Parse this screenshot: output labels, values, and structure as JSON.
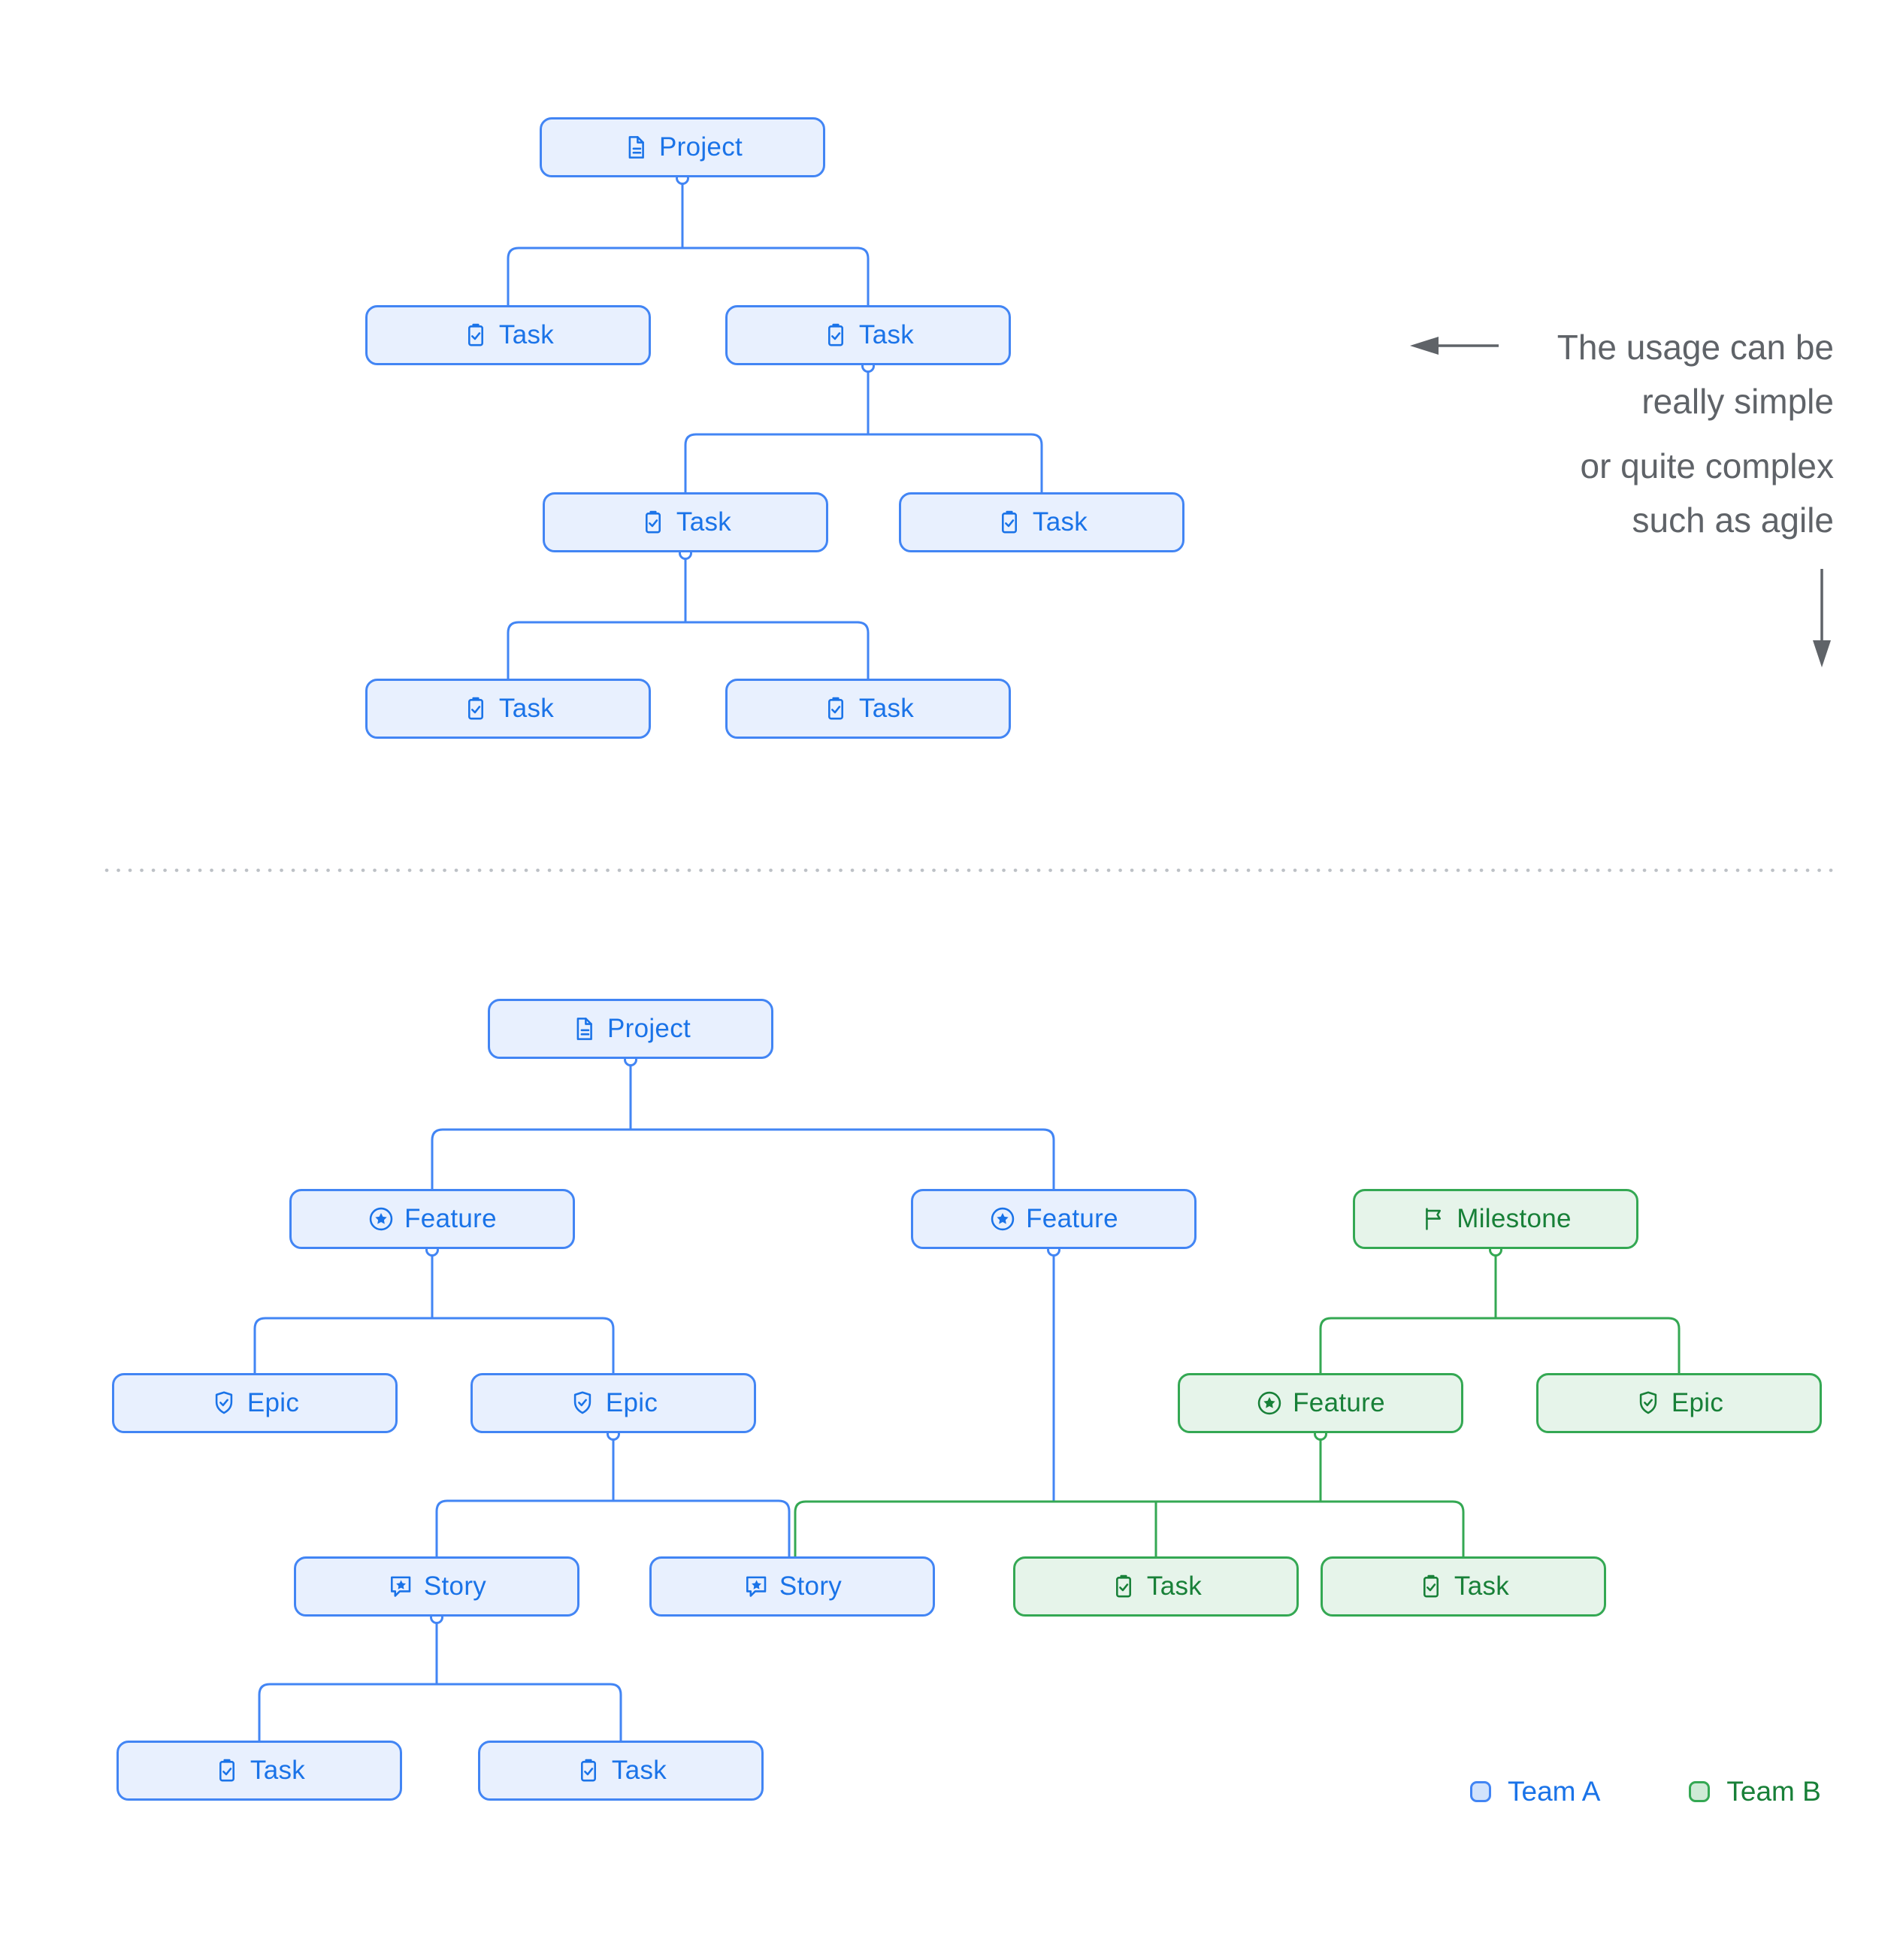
{
  "colors": {
    "team_a_border": "#4285f4",
    "team_a_fill": "#e8f0fe",
    "team_a_text": "#1a73e8",
    "team_b_border": "#34a853",
    "team_b_fill": "#e6f4ea",
    "team_b_text": "#188038",
    "annotation_text": "#5f6368",
    "separator_dots": "#bdc1c6"
  },
  "annotation": {
    "lines": [
      "The usage can be",
      "really simple",
      "or quite complex",
      "such as agile"
    ]
  },
  "legend": {
    "team_a": "Team A",
    "team_b": "Team B"
  },
  "simple_tree": {
    "nodes": [
      {
        "id": "project",
        "label": "Project",
        "icon": "document-icon",
        "team": "Team A"
      },
      {
        "id": "task-1",
        "label": "Task",
        "icon": "task-icon",
        "team": "Team A"
      },
      {
        "id": "task-2",
        "label": "Task",
        "icon": "task-icon",
        "team": "Team A"
      },
      {
        "id": "task-2-1",
        "label": "Task",
        "icon": "task-icon",
        "team": "Team A"
      },
      {
        "id": "task-2-2",
        "label": "Task",
        "icon": "task-icon",
        "team": "Team A"
      },
      {
        "id": "task-2-1-1",
        "label": "Task",
        "icon": "task-icon",
        "team": "Team A"
      },
      {
        "id": "task-2-1-2",
        "label": "Task",
        "icon": "task-icon",
        "team": "Team A"
      }
    ],
    "edges": [
      [
        "project",
        "task-1"
      ],
      [
        "project",
        "task-2"
      ],
      [
        "task-2",
        "task-2-1"
      ],
      [
        "task-2",
        "task-2-2"
      ],
      [
        "task-2-1",
        "task-2-1-1"
      ],
      [
        "task-2-1",
        "task-2-1-2"
      ]
    ]
  },
  "complex_tree": {
    "nodes": [
      {
        "id": "project",
        "label": "Project",
        "icon": "document-icon",
        "team": "Team A"
      },
      {
        "id": "feature-1",
        "label": "Feature",
        "icon": "feature-icon",
        "team": "Team A"
      },
      {
        "id": "feature-2",
        "label": "Feature",
        "icon": "feature-icon",
        "team": "Team A"
      },
      {
        "id": "milestone",
        "label": "Milestone",
        "icon": "milestone-icon",
        "team": "Team B"
      },
      {
        "id": "epic-1",
        "label": "Epic",
        "icon": "epic-icon",
        "team": "Team A"
      },
      {
        "id": "epic-2",
        "label": "Epic",
        "icon": "epic-icon",
        "team": "Team A"
      },
      {
        "id": "feature-3",
        "label": "Feature",
        "icon": "feature-icon",
        "team": "Team B"
      },
      {
        "id": "epic-3",
        "label": "Epic",
        "icon": "epic-icon",
        "team": "Team B"
      },
      {
        "id": "story-1",
        "label": "Story",
        "icon": "story-icon",
        "team": "Team A"
      },
      {
        "id": "story-2",
        "label": "Story",
        "icon": "story-icon",
        "team": "Team A"
      },
      {
        "id": "task-g1",
        "label": "Task",
        "icon": "task-icon",
        "team": "Team B"
      },
      {
        "id": "task-g2",
        "label": "Task",
        "icon": "task-icon",
        "team": "Team B"
      },
      {
        "id": "task-b1",
        "label": "Task",
        "icon": "task-icon",
        "team": "Team A"
      },
      {
        "id": "task-b2",
        "label": "Task",
        "icon": "task-icon",
        "team": "Team A"
      }
    ],
    "edges": [
      [
        "project",
        "feature-1"
      ],
      [
        "project",
        "feature-2"
      ],
      [
        "feature-1",
        "epic-1"
      ],
      [
        "feature-1",
        "epic-2"
      ],
      [
        "milestone",
        "feature-3"
      ],
      [
        "milestone",
        "epic-3"
      ],
      [
        "epic-2",
        "story-1"
      ],
      [
        "epic-2",
        "story-2"
      ],
      [
        "feature-2",
        "green-task-bus"
      ],
      [
        "feature-3",
        "green-task-bus"
      ],
      [
        "green-task-bus",
        "story-2"
      ],
      [
        "green-task-bus",
        "task-g1"
      ],
      [
        "green-task-bus",
        "task-g2"
      ],
      [
        "story-1",
        "task-b1"
      ],
      [
        "story-1",
        "task-b2"
      ]
    ]
  }
}
